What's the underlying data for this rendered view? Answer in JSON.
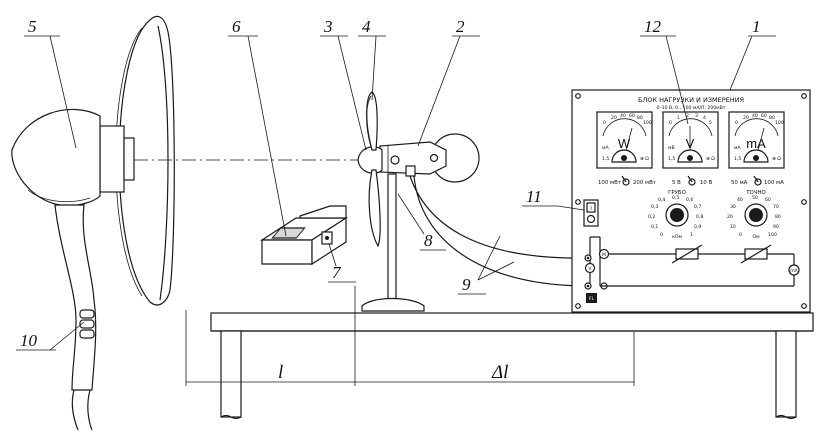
{
  "callouts": {
    "n1": "1",
    "n2": "2",
    "n3": "3",
    "n4": "4",
    "n5": "5",
    "n6": "6",
    "n7": "7",
    "n8": "8",
    "n9": "9",
    "n10": "10",
    "n11": "11",
    "n12": "12"
  },
  "panel": {
    "title": "БЛОК НАГРУЗКИ И ИЗМЕРЕНИЯ",
    "subtitle": "0–10 В, 0…100 мА/П, 200мВт",
    "meters": [
      {
        "unit": "W",
        "tl": "мА",
        "bl": "1,5",
        "bottom_scale": [
          "0",
          "20",
          "40",
          "60",
          "80",
          "100"
        ]
      },
      {
        "unit": "V",
        "tl": "мВ",
        "bl": "1,5",
        "bottom_scale": [
          "0",
          "1",
          "2",
          "3",
          "4",
          "5"
        ]
      },
      {
        "unit": "mA",
        "tl": "мА",
        "bl": "1,5",
        "bottom_scale": [
          "0",
          "20",
          "40",
          "60",
          "80",
          "100"
        ]
      }
    ],
    "switch_w": {
      "left": "100 мВт",
      "right": "200 мВт"
    },
    "switch_v": {
      "left": "5 В",
      "right": "10 В"
    },
    "switch_ma": {
      "left": "50 мА",
      "right": "100 мА"
    },
    "coarse_label": "ГРУБО",
    "fine_label": "ТОЧНО",
    "coarse_scale": [
      "0",
      "0,1",
      "0,2",
      "0,3",
      "0,4",
      "0,5",
      "0,6",
      "0,7",
      "0,8",
      "0,9",
      "1"
    ],
    "coarse_unit": "кОм",
    "fine_scale": [
      "0",
      "10",
      "20",
      "30",
      "40",
      "50",
      "60",
      "70",
      "80",
      "90",
      "100"
    ],
    "fine_unit": "Ом",
    "switch_mark": "I",
    "terminal_v": "V",
    "terminal_m": "M",
    "terminal_ma": "mA",
    "logo": "FL"
  },
  "dimensions": {
    "l": "l",
    "delta_l": "Δl"
  },
  "colors": {
    "line": "#1a1a1a",
    "paper": "#ffffff",
    "shade": "#d9d9d9"
  }
}
